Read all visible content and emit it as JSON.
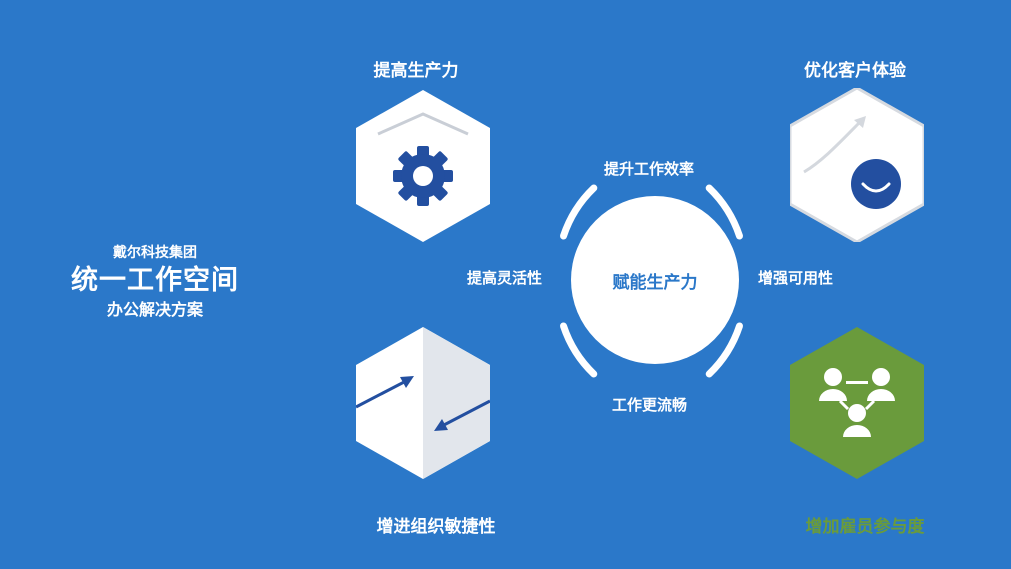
{
  "title": {
    "company": "戴尔科技集团",
    "main": "统一工作空间",
    "sub": "办公解决方案"
  },
  "hexagons": {
    "top_left": {
      "label": "提高生产力",
      "icon": "gear-icon"
    },
    "top_right": {
      "label": "优化客户体验",
      "icon": "smile-growth-icon"
    },
    "bottom_left": {
      "label": "增进组织敏捷性",
      "icon": "arrows-exchange-icon"
    },
    "bottom_right": {
      "label": "增加雇员参与度",
      "icon": "people-network-icon"
    }
  },
  "center": {
    "label": "赋能生产力",
    "ring": {
      "top": "提升工作效率",
      "right": "增强可用性",
      "bottom": "工作更流畅",
      "left": "提高灵活性"
    }
  },
  "colors": {
    "background": "#2B78C9",
    "icon_blue": "#234FA0",
    "green": "#6A9B3C",
    "hex_grey": "#E4E8EE"
  }
}
